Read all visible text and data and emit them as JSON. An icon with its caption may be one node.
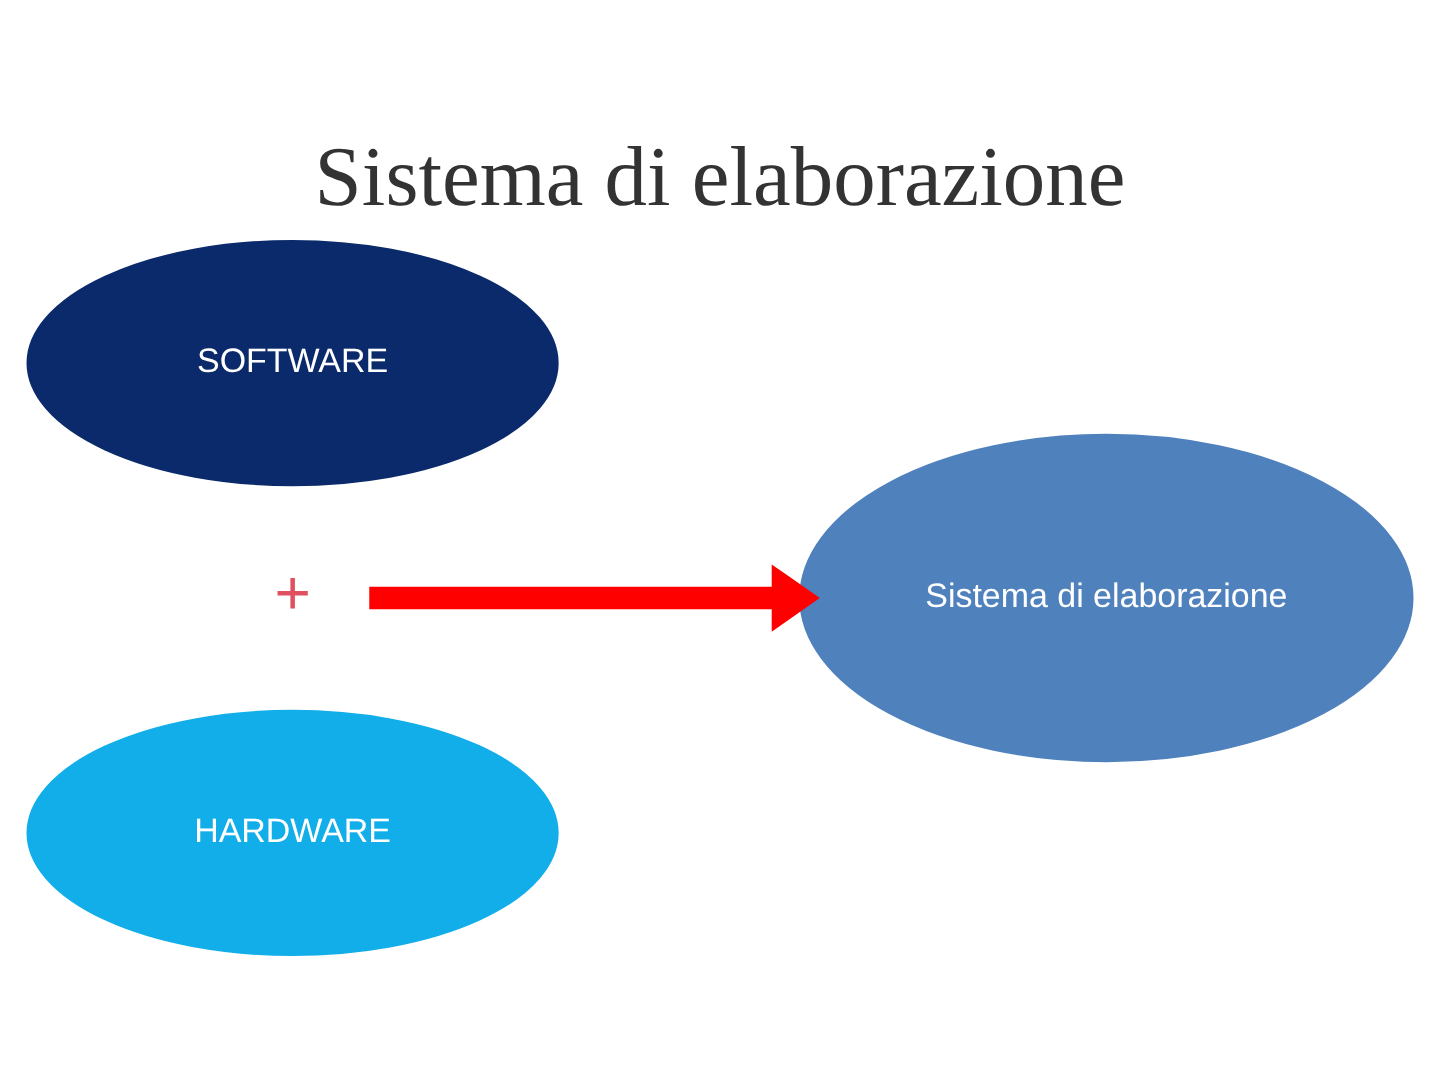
{
  "diagram": {
    "title": "Sistema di elaborazione",
    "nodes": [
      {
        "text": [
          "SOFTWARE"
        ]
      },
      {
        "text": [
          "+"
        ]
      },
      {
        "text": [
          "HARDWARE"
        ]
      },
      {
        "text": [
          "Sistema di elaborazione"
        ]
      }
    ],
    "edges": [
      {
        "from": 1,
        "to": 3,
        "arrow": "to"
      }
    ]
  }
}
